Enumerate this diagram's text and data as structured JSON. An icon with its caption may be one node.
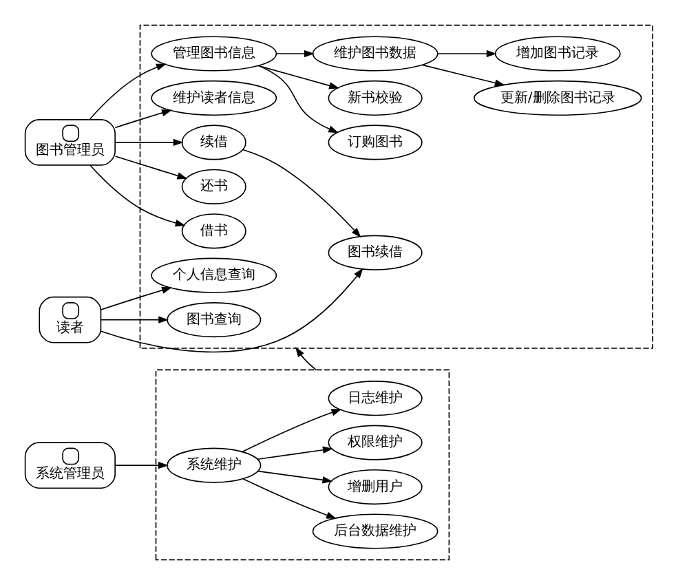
{
  "diagram": {
    "nodes": [
      {
        "text": [],
        "shape": "box"
      },
      {
        "text": [
          "读者"
        ]
      },
      {
        "text": [
          "图书查询"
        ],
        "in": 0
      },
      {
        "text": [
          "个人信息查询"
        ],
        "in": 0
      },
      {
        "text": [
          "图书续借"
        ],
        "in": 0
      },
      {
        "text": [
          "借书"
        ],
        "in": 0
      },
      {
        "text": [
          "还书"
        ],
        "in": 0
      },
      {
        "text": [
          "续借"
        ],
        "in": 0
      },
      {
        "text": [
          "维护读者信息"
        ],
        "in": 0
      },
      {
        "text": [
          "管理图书信息"
        ],
        "in": 0
      },
      {
        "text": [
          "增加图书记录"
        ],
        "in": 0
      },
      {
        "text": [
          "维护图书数据"
        ],
        "in": 0
      },
      {
        "text": [
          "新书校验"
        ],
        "in": 0
      },
      {
        "text": [
          "更新/删除图书记录"
        ],
        "in": 0
      },
      {
        "text": [
          "订购图书"
        ],
        "in": 0
      },
      {
        "text": [
          "图书管理员"
        ]
      },
      {
        "text": [],
        "shape": "box"
      },
      {
        "text": [
          "日志维护"
        ],
        "in": 16
      },
      {
        "text": [
          "权限维护"
        ],
        "in": 16
      },
      {
        "text": [
          "增删用户"
        ],
        "in": 16
      },
      {
        "text": [
          "后台数据维护"
        ],
        "in": 16
      },
      {
        "text": [
          "系统维护"
        ],
        "in": 16
      },
      {
        "text": [
          "系统管理员"
        ]
      }
    ],
    "edges": [
      {
        "from": 1,
        "to": 2,
        "arrow": "to"
      },
      {
        "from": 1,
        "to": 3,
        "arrow": "to"
      },
      {
        "from": 1,
        "to": 4,
        "arrow": "to"
      },
      {
        "from": 15,
        "to": 5,
        "arrow": "to"
      },
      {
        "from": 15,
        "to": 6,
        "arrow": "to"
      },
      {
        "from": 15,
        "to": 7,
        "arrow": "to"
      },
      {
        "from": 15,
        "to": 8,
        "arrow": "to"
      },
      {
        "from": 15,
        "to": 9,
        "arrow": "to"
      },
      {
        "from": 7,
        "to": 4,
        "arrow": "to"
      },
      {
        "from": 9,
        "to": 11,
        "arrow": "to"
      },
      {
        "from": 9,
        "to": 14,
        "arrow": "to"
      },
      {
        "from": 9,
        "to": 12,
        "arrow": "to"
      },
      {
        "from": 11,
        "to": 10,
        "arrow": "to"
      },
      {
        "from": 11,
        "to": 13,
        "arrow": "to"
      },
      {
        "from": 16,
        "to": 0,
        "arrow": "to"
      },
      {
        "from": 22,
        "to": 21,
        "arrow": "to"
      },
      {
        "from": 21,
        "to": 17,
        "arrow": "to"
      },
      {
        "from": 21,
        "to": 18,
        "arrow": "to"
      },
      {
        "from": 21,
        "to": 19,
        "arrow": "to"
      },
      {
        "from": 21,
        "to": 20,
        "arrow": "to"
      }
    ]
  }
}
